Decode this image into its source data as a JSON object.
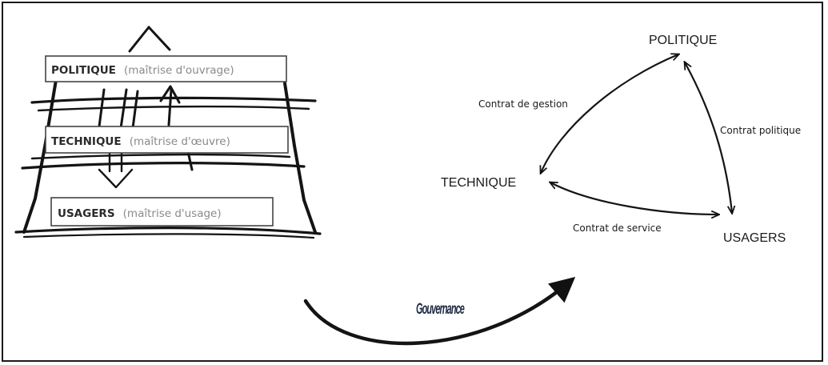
{
  "left_diagram": {
    "levels": [
      {
        "title": "POLITIQUE",
        "detail": "(maîtrise d'ouvrage)"
      },
      {
        "title": "TECHNIQUE",
        "detail": "(maîtrise d'œuvre)"
      },
      {
        "title": "USAGERS",
        "detail": "(maîtrise d'usage)"
      }
    ]
  },
  "right_diagram": {
    "nodes": {
      "politique": "POLITIQUE",
      "technique": "TECHNIQUE",
      "usagers": "USAGERS"
    },
    "edges": {
      "technique_politique": "Contrat de gestion",
      "politique_usagers": "Contrat politique",
      "technique_usagers": "Contrat de service"
    }
  },
  "transition": {
    "label": "Gouvernance"
  },
  "colors": {
    "ink": "#141414",
    "box_border": "#444444",
    "muted_text": "#8a8a8a",
    "transition_label": "#1f2a44"
  }
}
